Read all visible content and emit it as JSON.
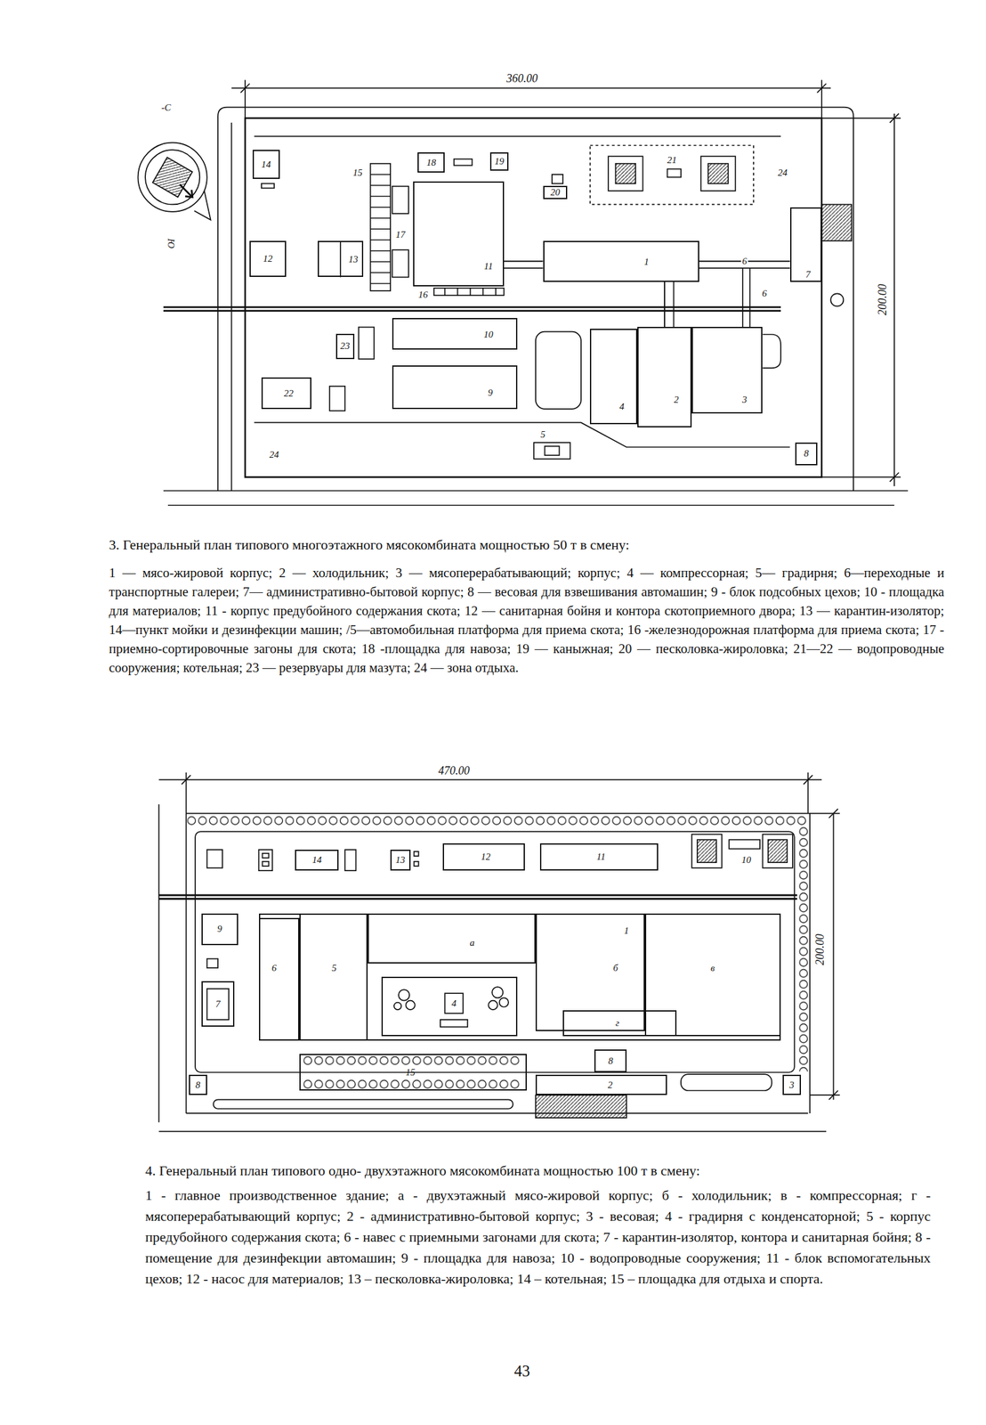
{
  "diagram": {
    "nodes": [
      {
        "text": [
          "14"
        ]
      },
      {
        "text": [
          "18"
        ]
      },
      {
        "text": [
          "19"
        ]
      },
      {
        "text": [
          "20"
        ]
      },
      {
        "text": [
          "11"
        ]
      },
      {
        "text": [
          "12"
        ]
      },
      {
        "text": [
          "13"
        ]
      },
      {
        "text": [
          "1"
        ]
      },
      {
        "text": [
          "7"
        ]
      },
      {
        "text": [
          "10"
        ]
      },
      {
        "text": [
          "23"
        ]
      },
      {
        "text": [
          "9"
        ]
      },
      {
        "text": [
          "22"
        ]
      },
      {
        "text": [
          "4"
        ]
      },
      {
        "text": [
          "2"
        ]
      },
      {
        "text": [
          "3"
        ]
      },
      {
        "text": [
          "8"
        ]
      },
      {
        "text": [
          "14"
        ]
      },
      {
        "text": [
          "13"
        ]
      },
      {
        "text": [
          "12"
        ]
      },
      {
        "text": [
          "11"
        ]
      },
      {
        "text": [
          "9"
        ]
      },
      {
        "text": [
          "1"
        ]
      },
      {
        "text": [
          "6"
        ],
        "in": 22
      },
      {
        "text": [
          "5"
        ],
        "in": 22
      },
      {
        "text": [
          "а"
        ],
        "in": 22
      },
      {
        "text": [
          "б"
        ],
        "in": 22
      },
      {
        "text": [
          "в"
        ],
        "in": 22
      },
      {
        "text": [
          "г"
        ],
        "in": 22
      },
      {
        "text": [
          "7"
        ]
      },
      {
        "text": [
          "4"
        ]
      },
      {
        "text": [
          "8"
        ]
      },
      {
        "text": [
          "15"
        ]
      },
      {
        "text": [
          "2"
        ]
      },
      {
        "text": [
          "8"
        ]
      },
      {
        "text": [
          "3"
        ]
      }
    ],
    "edges": [
      {
        "from": 4,
        "to": 7,
        "arrow": "none"
      },
      {
        "from": 7,
        "to": 8,
        "arrow": "none",
        "label": "6"
      },
      {
        "from": 7,
        "to": 14,
        "arrow": "none"
      }
    ],
    "labels": [
      "360.00",
      "200.00",
      "-С",
      "Ю",
      "21",
      "24",
      "15",
      "17",
      "16",
      "6",
      "5",
      "24",
      "3. Генеральный план типового многоэтажного мясокомбината мощностью 50 т в смену:",
      "1 — мясо-жировой корпус; 2 — холодильник; 3 — мясоперерабатывающий; корпус; 4 — компрессорная; 5— градирня; 6—переходные и транспортные галереи; 7— административно-бытовой корпус; 8 — весовая для взвешивания автомашин; 9 - блок подсобных цехов; 10 - площадка для материалов; 11 - корпус предубойного содержания скота; 12 — санитарная бойня и контора скотоприемного двора; 13 — карантин-изолятор; 14—пункт мойки и дезинфекции машин; /5—автомобильная платформа для приема скота; 16 -железнодорожная платформа для приема скота; 17 - приемно-сортировочные загоны для скота; 18 -площадка для навоза; 19 — каныжная; 20 — песколовка-жироловка; 21—22 — водопроводные сооружения; котельная; 23 — резервуары для мазута; 24 — зона отдыха.",
      "470.00",
      "200.00",
      "10",
      "4. Генеральный план типового одно- двухэтажного мясокомбината мощностью 100 т в смену:",
      "1 - главное производственное здание; а - двухэтажный мясо-жировой корпус; б - холодильник; в - компрессорная; г - мясоперерабатывающий корпус; 2 - административно-бытовой корпус; 3 - весовая; 4 - градирня с конденсаторной; 5 - корпус предубойного содержания скота; 6 - навес с приемными загонами для скота; 7 - карантин-изолятор, контора и санитарная бойня; 8 - помещение для дезинфекции автомашин; 9 - площадка для навоза; 10 - водопроводные сооружения; 11 - блок вспомогательных цехов; 12 - насос для материалов; 13 – песколовка-жироловка; 14 – котельная; 15 – площадка для отдыха и спорта.",
      "43"
    ]
  }
}
